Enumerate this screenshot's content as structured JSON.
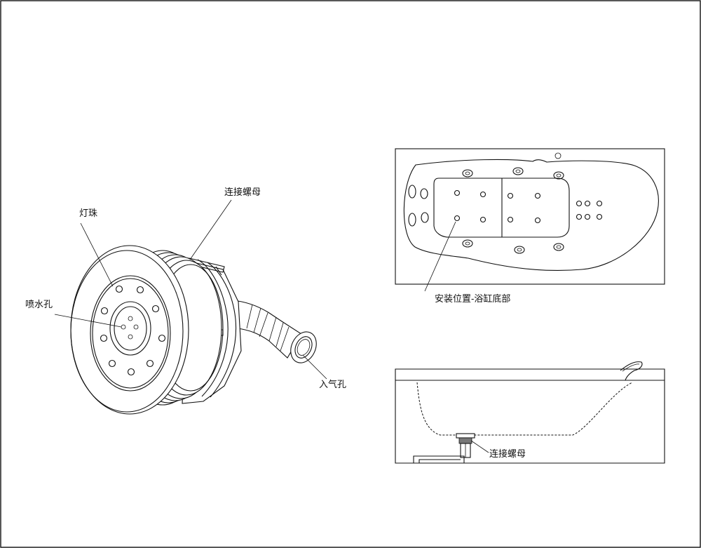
{
  "labels": {
    "connector_nut_top": "连接螺母",
    "led_beads": "灯珠",
    "spray_hole": "喷水孔",
    "air_inlet": "入气孔",
    "install_position": "安装位置-浴缸底部",
    "connector_nut_section": "连接螺母"
  }
}
